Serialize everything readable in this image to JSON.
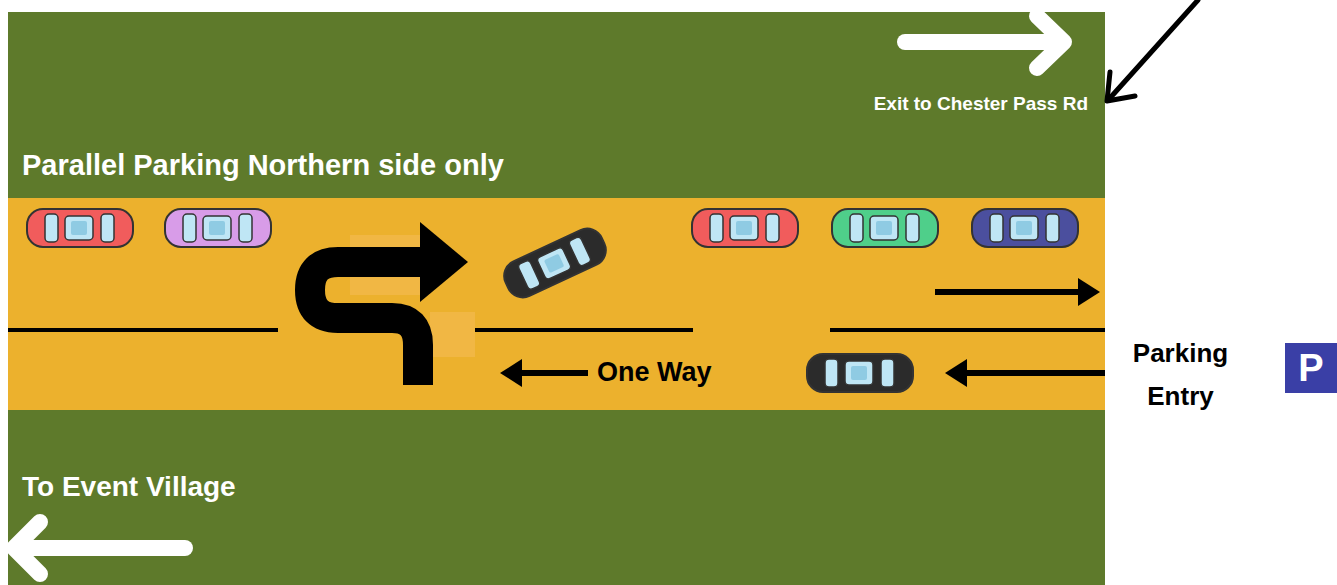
{
  "diagram": {
    "nodes": [
      {
        "text": [
          "Exit to Chester Pass Rd",
          "Parallel Parking Northern side only"
        ]
      },
      {
        "text": [
          "One Way"
        ]
      },
      {
        "text": [
          "To Event Village"
        ]
      },
      {
        "text": [
          "Parking Entry",
          "P"
        ]
      }
    ]
  }
}
